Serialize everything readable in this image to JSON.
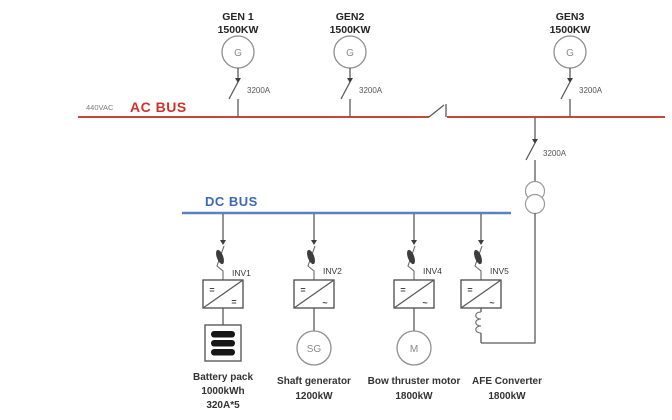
{
  "ac_bus": {
    "label": "AC BUS",
    "voltage_label": "440VAC",
    "color": "#cd4538"
  },
  "dc_bus": {
    "label": "DC BUS",
    "color": "#5b80c2"
  },
  "generators": [
    {
      "name": "GEN 1",
      "power": "1500KW",
      "symbol": "G",
      "breaker_rating": "3200A"
    },
    {
      "name": "GEN2",
      "power": "1500KW",
      "symbol": "G",
      "breaker_rating": "3200A"
    },
    {
      "name": "GEN3",
      "power": "1500KW",
      "symbol": "G",
      "breaker_rating": "3200A"
    }
  ],
  "ac_dc_feeder": {
    "breaker_rating": "3200A"
  },
  "branches": [
    {
      "inverter": "INV1",
      "in_symbol": "=",
      "out_symbol": "=",
      "device": {
        "lines": [
          "Battery pack",
          "1000kWh",
          "320A*5"
        ]
      }
    },
    {
      "inverter": "INV2",
      "in_symbol": "=",
      "out_symbol": "~",
      "device": {
        "symbol": "SG",
        "lines": [
          "Shaft generator",
          "1200kW"
        ]
      }
    },
    {
      "inverter": "INV4",
      "in_symbol": "=",
      "out_symbol": "~",
      "device": {
        "symbol": "M",
        "lines": [
          "Bow thruster motor",
          "1800kW"
        ]
      }
    },
    {
      "inverter": "INV5",
      "in_symbol": "=",
      "out_symbol": "~",
      "device": {
        "lines": [
          "AFE Converter",
          "1800kW"
        ]
      }
    }
  ]
}
